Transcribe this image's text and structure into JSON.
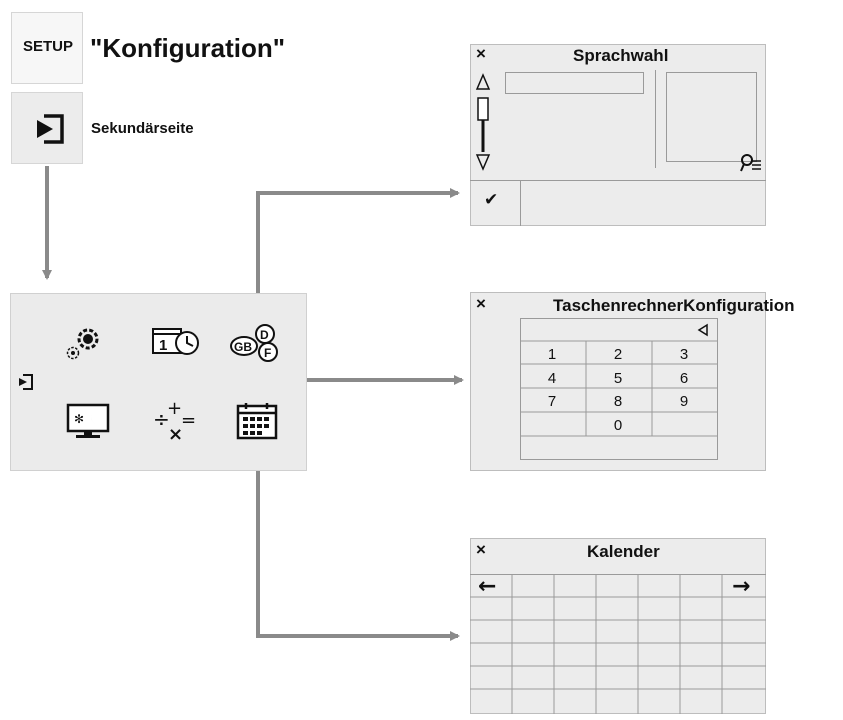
{
  "header": {
    "setup_label": "SETUP",
    "title": "\"Konfiguration\"",
    "secondary_label": "Sekundärseite"
  },
  "menu": {
    "icons": [
      "settings-gears-icon",
      "date-time-icon",
      "language-gb-d-f-icon",
      "back-icon",
      "display-day-night-icon",
      "calculator-icon",
      "calendar-icon"
    ]
  },
  "language_panel": {
    "title": "Sprachwahl",
    "close": "×",
    "confirm": "✔"
  },
  "calculator_panel": {
    "title": "TaschenrechnerKonfiguration",
    "close": "×",
    "keys": [
      "1",
      "2",
      "3",
      "4",
      "5",
      "6",
      "7",
      "8",
      "9",
      "0"
    ]
  },
  "calendar_panel": {
    "title": "Kalender",
    "close": "×",
    "prev": "←",
    "next": "→"
  },
  "colors": {
    "panel": "#ececec",
    "arrow": "#8a8a8a",
    "border": "#bdbdbd"
  }
}
